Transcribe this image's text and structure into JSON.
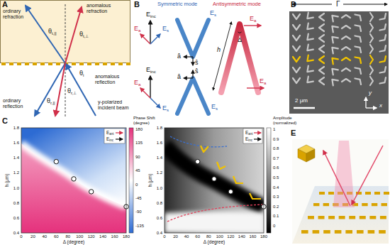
{
  "diagram": {
    "labels": [
      "A",
      "ordinary refraction",
      "anomalous refraction",
      "θt,||",
      "θt,⊥",
      "θi",
      "θr,||",
      "θr,⊥",
      "ordinary reflection",
      "anomalous reflection",
      "y-polarized incident beam",
      "B",
      "Symmetric mode",
      "Antisymmetric mode",
      "Einc",
      "Ea",
      "Es",
      "â",
      "ŝ",
      "Es",
      "Einc",
      "Ea",
      "Es",
      "â",
      "ŝ",
      "Es",
      "h",
      "Δ",
      "Ea",
      "Ea",
      "C",
      "1.8",
      "1.6",
      "1.4",
      "1.2",
      "1.0",
      "0.8",
      "0.6",
      "0.4",
      "h (μm)",
      "0",
      "20",
      "40",
      "60",
      "80",
      "100",
      "120",
      "140",
      "160",
      "180",
      "Δ (degree)",
      "Phase Shift (degree)",
      "180",
      "135",
      "90",
      "45",
      "0",
      "-45",
      "-90",
      "-135",
      "Eant",
      "Einc",
      "1.8",
      "1.6",
      "1.4",
      "1.2",
      "1.0",
      "0.8",
      "0.6",
      "0.4",
      "h (μm)",
      "0",
      "20",
      "40",
      "60",
      "80",
      "100",
      "120",
      "140",
      "160",
      "180",
      "Δ (degree)",
      "Amplitude (normalized)",
      "1",
      "0.9",
      "0.8",
      "0.7",
      "0.6",
      "0.5",
      "0.4",
      "0.3",
      "0.2",
      "0.1",
      "0",
      "Eant",
      "Einc",
      "D",
      "Γ",
      "2 μm",
      "y",
      "x",
      "E"
    ]
  }
}
